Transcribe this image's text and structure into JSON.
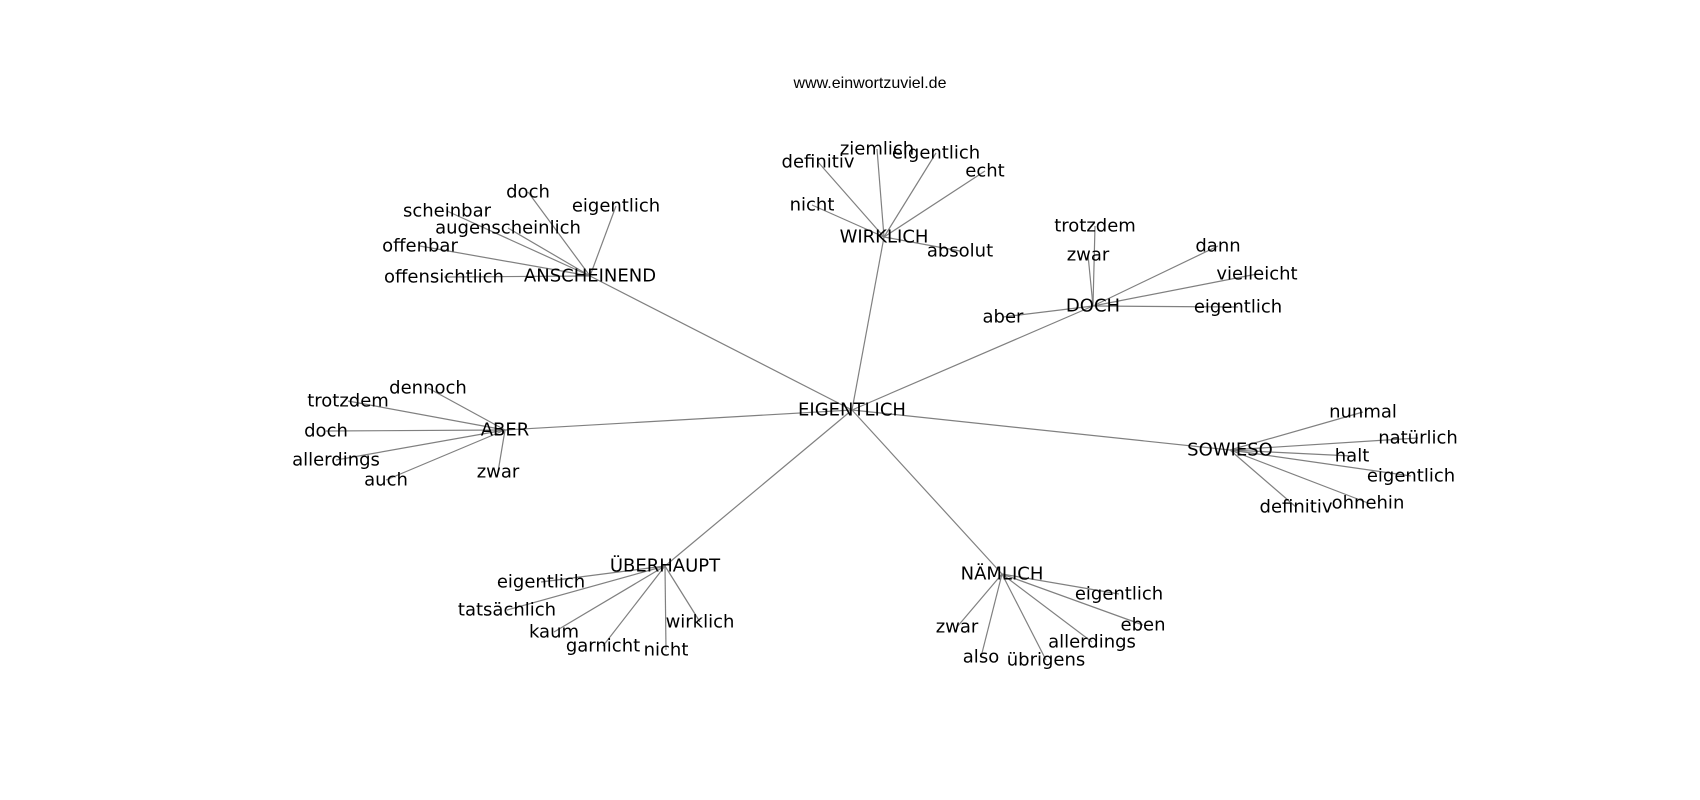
{
  "header": {
    "site": "www.einwortzuviel.de"
  },
  "graph": {
    "center": "EIGENTLICH",
    "hubs": [
      {
        "label": "ANSCHEINEND",
        "leaves": [
          "doch",
          "eigentlich",
          "scheinbar",
          "augenscheinlich",
          "offenbar",
          "offensichtlich"
        ]
      },
      {
        "label": "WIRKLICH",
        "leaves": [
          "ziemlich",
          "eigentlich",
          "definitiv",
          "echt",
          "nicht",
          "absolut"
        ]
      },
      {
        "label": "DOCH",
        "leaves": [
          "trotzdem",
          "zwar",
          "dann",
          "vielleicht",
          "eigentlich",
          "aber"
        ]
      },
      {
        "label": "ABER",
        "leaves": [
          "dennoch",
          "trotzdem",
          "doch",
          "allerdings",
          "auch",
          "zwar"
        ]
      },
      {
        "label": "SOWIESO",
        "leaves": [
          "nunmal",
          "natürlich",
          "halt",
          "eigentlich",
          "ohnehin",
          "definitiv"
        ]
      },
      {
        "label": "ÜBERHAUPT",
        "leaves": [
          "eigentlich",
          "tatsächlich",
          "kaum",
          "garnicht",
          "nicht",
          "wirklich"
        ]
      },
      {
        "label": "NÄMLICH",
        "leaves": [
          "eigentlich",
          "eben",
          "allerdings",
          "übrigens",
          "also",
          "zwar"
        ]
      }
    ]
  }
}
